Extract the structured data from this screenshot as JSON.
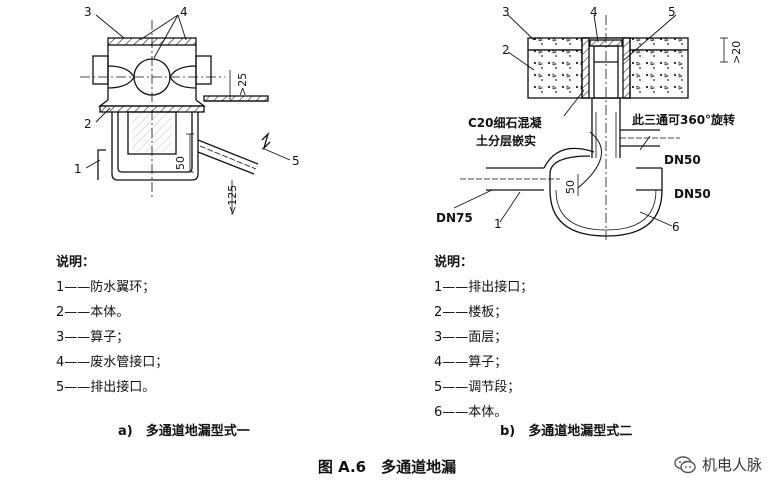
{
  "figure_title": "图 A.6　多通道地漏",
  "watermark": "机电人脉",
  "icon": "wechat-icon",
  "left": {
    "caption": "a)　多通道地漏型式一",
    "legend_header": "说明：",
    "legend": [
      "1——防水翼环；",
      "2——本体。",
      "3——算子；",
      "4——废水管接口；",
      "5——排出接口。"
    ],
    "callouts": [
      "1",
      "2",
      "3",
      "4",
      "5"
    ],
    "dims": [
      ">25",
      "50",
      "<125"
    ]
  },
  "right": {
    "caption": "b)　多通道地漏型式二",
    "legend_header": "说明：",
    "legend": [
      "1——排出接口；",
      "2——楼板；",
      "3——面层；",
      "4——算子；",
      "5——调节段；",
      "6——本体。"
    ],
    "callouts": [
      "1",
      "2",
      "3",
      "4",
      "5",
      "6"
    ],
    "dims": [
      ">20",
      "50"
    ],
    "notes": [
      "C20细石混凝",
      "土分层嵌实",
      "此三通可360°旋转"
    ],
    "pipe_labels": [
      "DN50",
      "DN50",
      "DN75"
    ]
  }
}
